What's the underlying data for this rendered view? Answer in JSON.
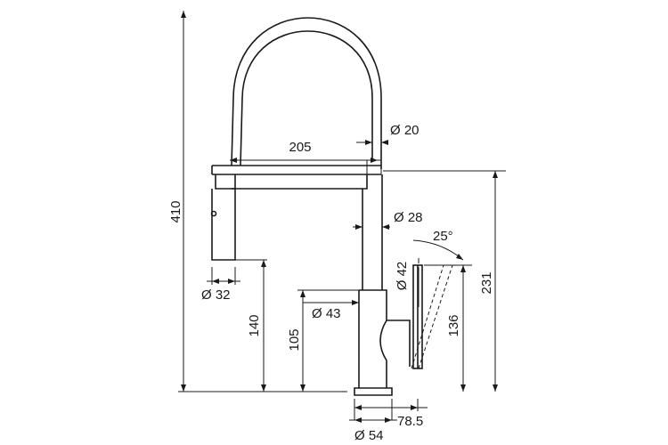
{
  "dimensions": {
    "total_height": "410",
    "spout_reach": "205",
    "hose_diameter": "Ø 20",
    "spray_head_diameter": "Ø 32",
    "spray_head_height": "140",
    "body_diameter_upper": "Ø 28",
    "lever_angle": "25°",
    "lever_diameter": "Ø 42",
    "body_diameter_lower": "Ø 43",
    "base_to_ring_height": "105",
    "lever_height": "136",
    "spout_height": "231",
    "base_diameter": "Ø 54",
    "lever_offset": "78.5"
  }
}
